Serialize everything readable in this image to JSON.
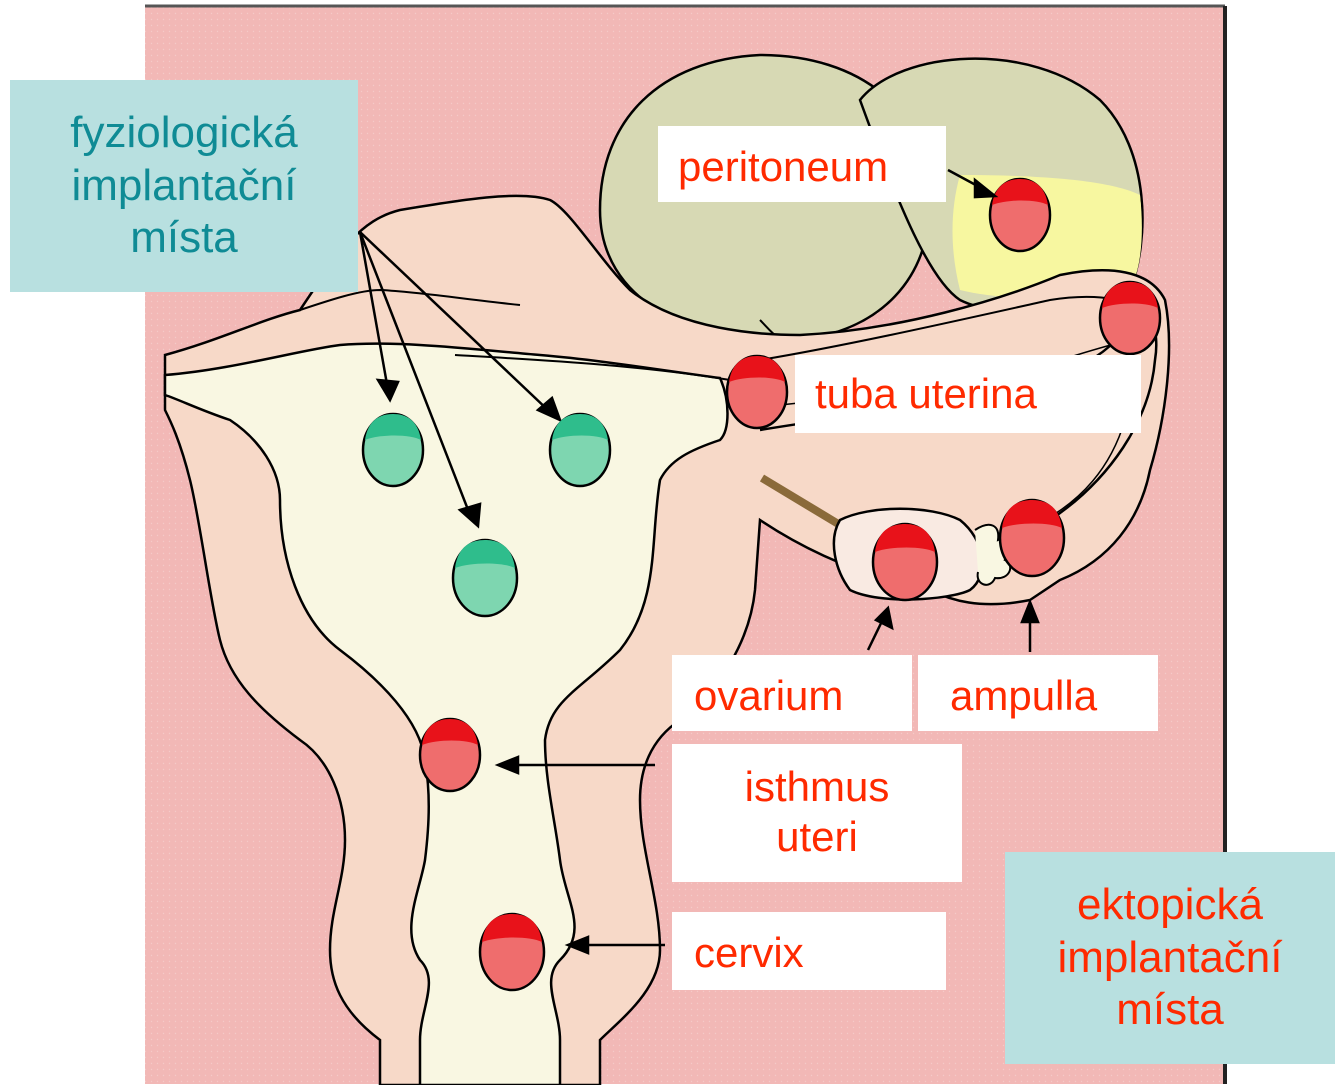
{
  "labels": {
    "physiological": [
      "fyziologická",
      "implantační",
      "místa"
    ],
    "ectopic": [
      "ektopická",
      "implantační",
      "místa"
    ],
    "peritoneum": "peritoneum",
    "tuba_uterina": "tuba uterina",
    "ovarium": "ovarium",
    "ampulla": "ampulla",
    "isthmus": [
      "isthmus",
      "uteri"
    ],
    "cervix": "cervix"
  },
  "colors": {
    "background": "#f2b8b6",
    "uterus_wall": "#f7d9c8",
    "uterus_cavity": "#f9f7e2",
    "ovary_body": "#d7d9b4",
    "ovary_highlight": "#f7f7a0",
    "physio_embryo": "#7ed6b0",
    "physio_embryo_cap": "#2fbd8c",
    "ectopic_embryo": "#ef6d6d",
    "ectopic_embryo_cap": "#e8121a",
    "label_text": "#ff2a00",
    "legend_bg": "#b8e0e0",
    "legend_physio_text": "#0f8b95"
  }
}
